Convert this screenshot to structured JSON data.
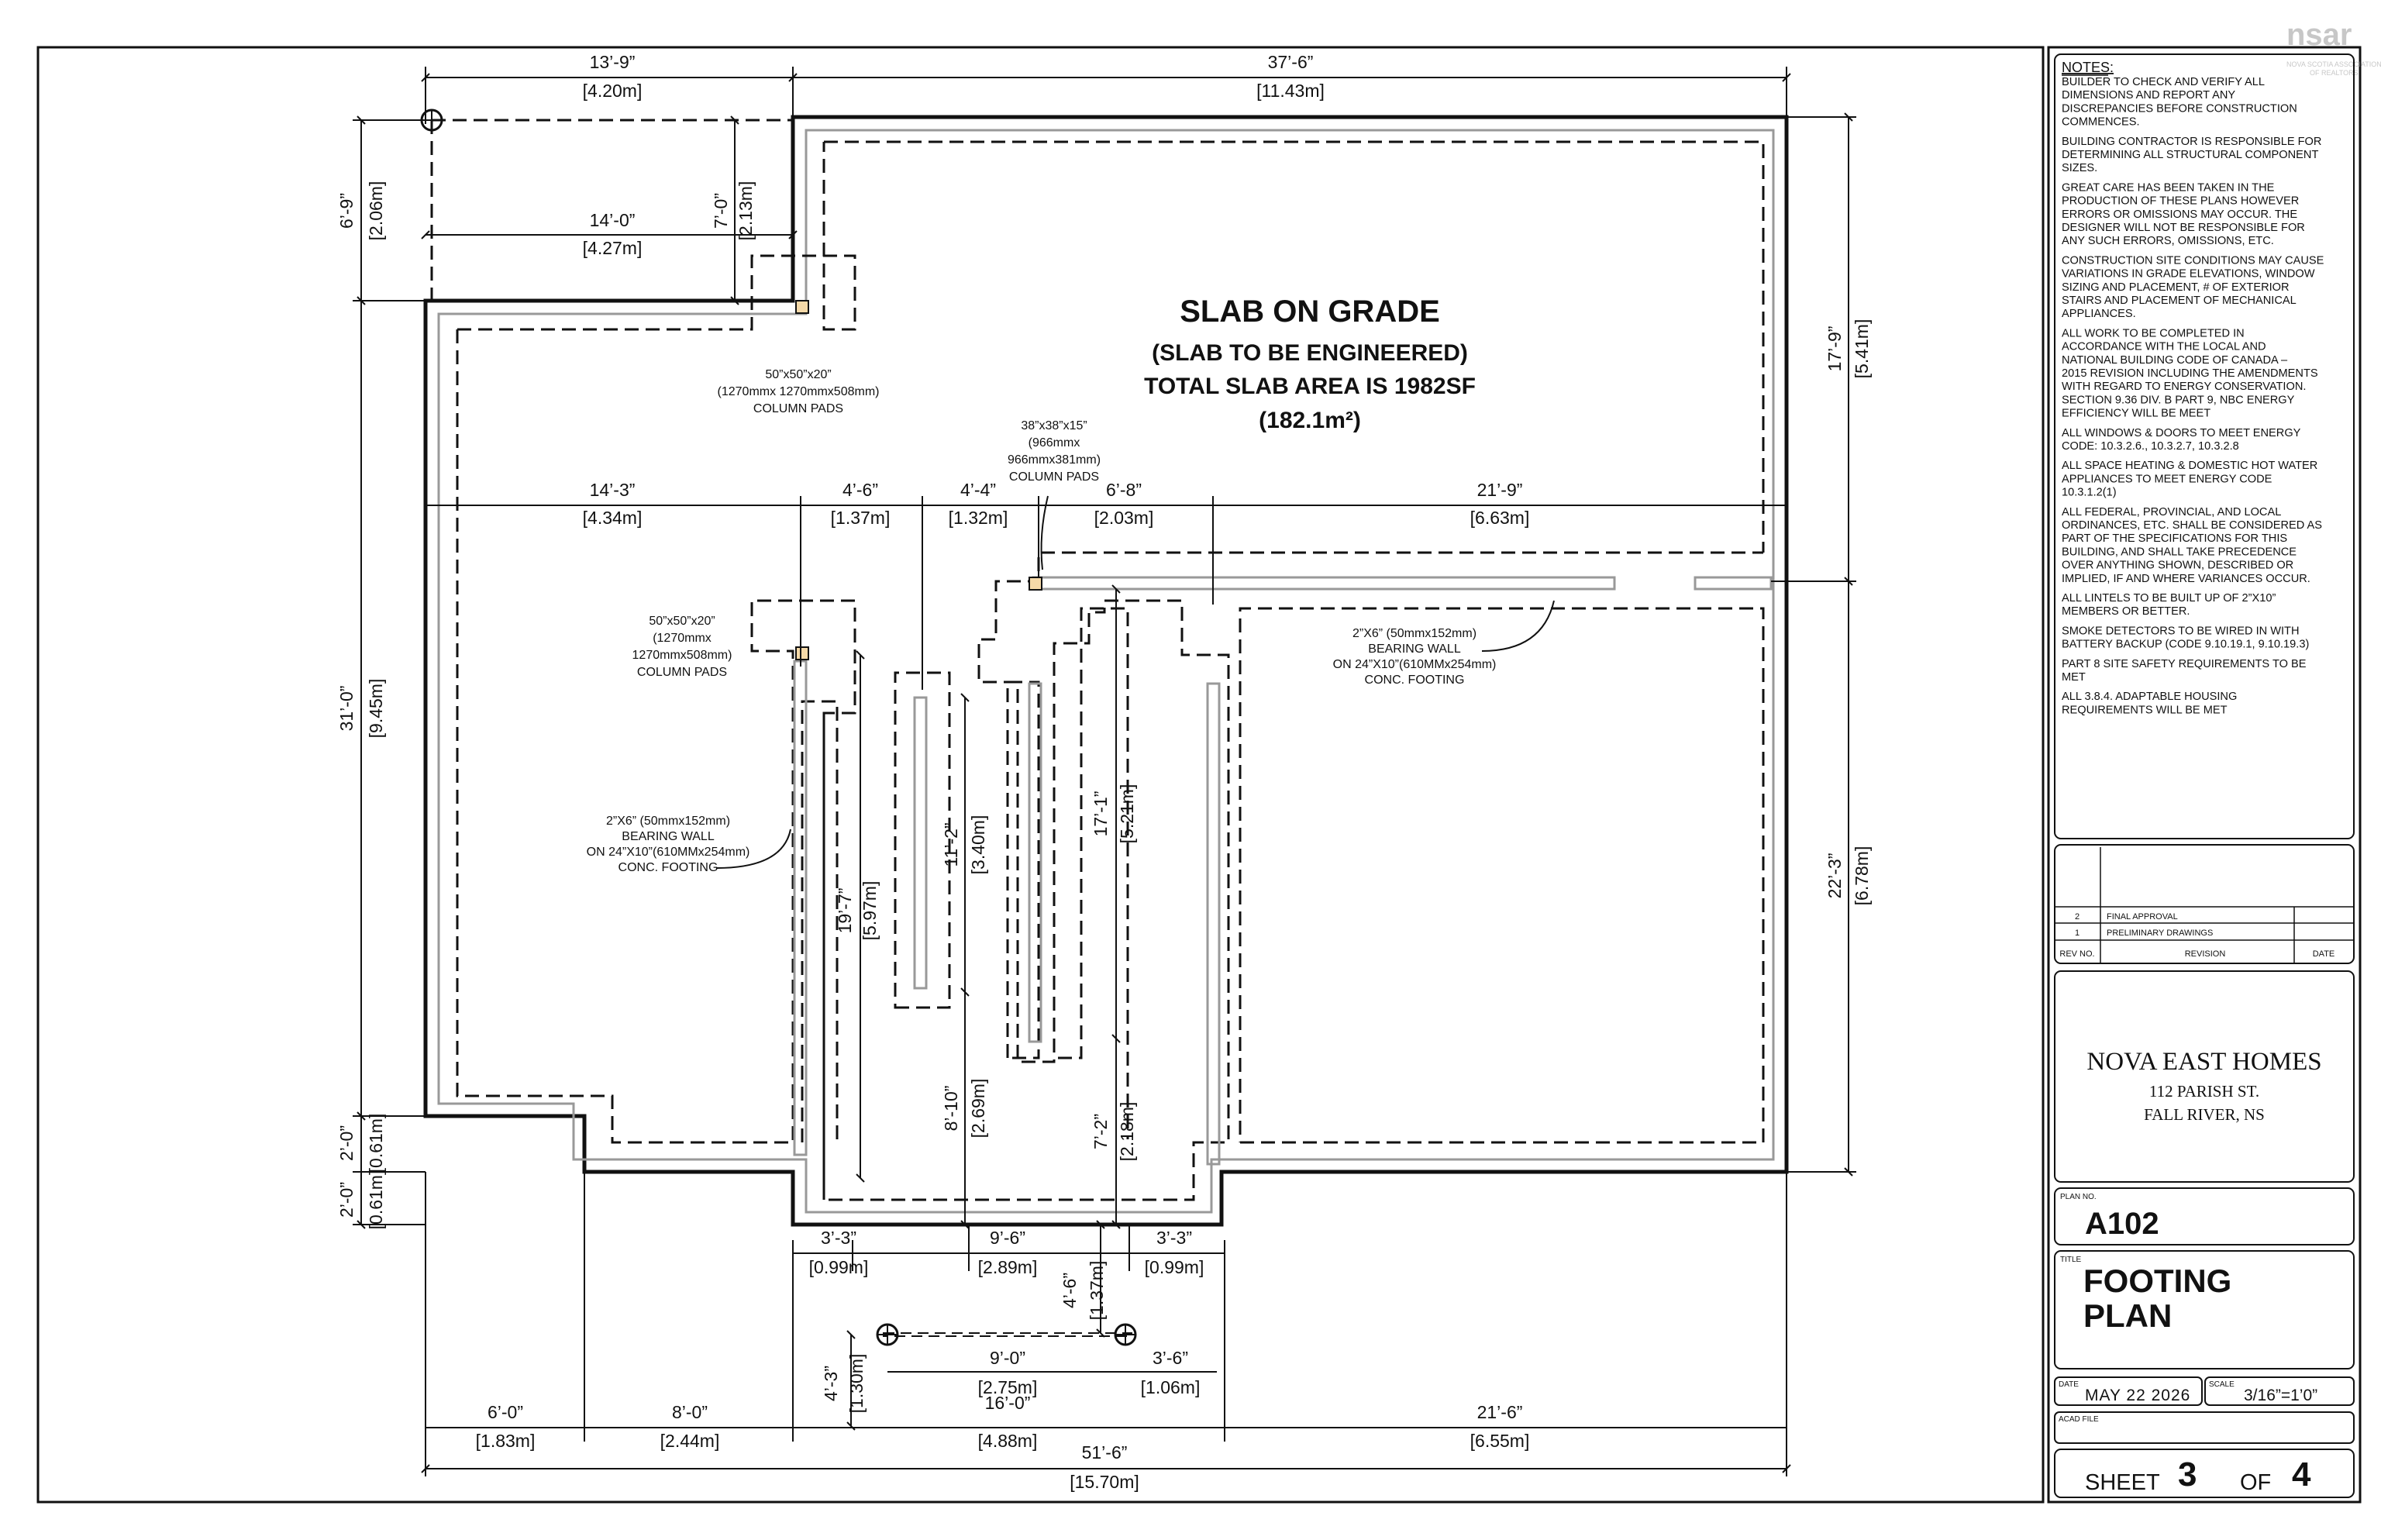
{
  "watermark": {
    "brand": "nsar",
    "tagline1": "NOVA SCOTIA ASSOCIATION",
    "tagline2": "OF REALTORS"
  },
  "plan": {
    "slab_title": "SLAB ON GRADE",
    "slab_sub1": "(SLAB TO BE ENGINEERED)",
    "slab_sub2": "TOTAL SLAB AREA IS 1982SF",
    "slab_sub3": "(182.1m²)"
  },
  "dims": {
    "top_left": "13’-9”",
    "top_left_m": "[4.20m]",
    "top_right": "37’-6”",
    "top_right_m": "[11.43m]",
    "d14_0": "14’-0”",
    "d14_0_m": "[4.27m]",
    "left_6_9": "6’-9”",
    "left_6_9_m": "[2.06m]",
    "v7_0": "7’-0”",
    "v7_0_m": "[2.13m]",
    "right_17_9": "17’-9”",
    "right_17_9_m": "[5.41m]",
    "right_22_3": "22’-3”",
    "right_22_3_m": "[6.78m]",
    "left_31_0": "31’-0”",
    "left_31_0_m": "[9.45m]",
    "left_2_0a": "2’-0”",
    "left_2_0a_m": "[0.61m]",
    "left_2_0b": "2’-0”",
    "left_2_0b_m": "[0.61m]",
    "m14_3": "14’-3”",
    "m14_3_m": "[4.34m]",
    "m4_6": "4’-6”",
    "m4_6_m": "[1.37m]",
    "m4_4": "4’-4”",
    "m4_4_m": "[1.32m]",
    "m6_8": "6’-8”",
    "m6_8_m": "[2.03m]",
    "m21_9": "21’-9”",
    "m21_9_m": "[6.63m]",
    "v19_7": "19’-7”",
    "v19_7_m": "[5.97m]",
    "v11_2": "11’-2”",
    "v11_2_m": "[3.40m]",
    "v17_1": "17’-1”",
    "v17_1_m": "[5.21m]",
    "v8_10": "8’-10”",
    "v8_10_m": "[2.69m]",
    "v7_2": "7’-2”",
    "v7_2_m": "[2.18m]",
    "p3_3a": "3’-3”",
    "p3_3a_m": "[0.99m]",
    "p9_6": "9’-6”",
    "p9_6_m": "[2.89m]",
    "p3_3b": "3’-3”",
    "p3_3b_m": "[0.99m]",
    "p4_6": "4’-6”",
    "p4_6_m": "[1.37m]",
    "p4_3": "4’-3”",
    "p4_3_m": "[1.30m]",
    "p9_0": "9’-0”",
    "p9_0_m": "[2.75m]",
    "p3_6": "3’-6”",
    "p3_6_m": "[1.06m]",
    "b6_0": "6’-0”",
    "b6_0_m": "[1.83m]",
    "b8_0": "8’-0”",
    "b8_0_m": "[2.44m]",
    "b16_0": "16’-0”",
    "b16_0_m": "[4.88m]",
    "b21_6": "21’-6”",
    "b21_6_m": "[6.55m]",
    "b51_6": "51’-6”",
    "b51_6_m": "[15.70m]"
  },
  "labels": {
    "pad1_l1": "50”x50”x20”",
    "pad1_l2": "(1270mmx 1270mmx508mm)",
    "pad1_l3": "COLUMN PADS",
    "pad2_l1": "38”x38”x15”",
    "pad2_l2": "(966mmx",
    "pad2_l3": "966mmx381mm)",
    "pad2_l4": "COLUMN PADS",
    "pad3_l1": "50”x50”x20”",
    "pad3_l2": "(1270mmx",
    "pad3_l3": "1270mmx508mm)",
    "pad3_l4": "COLUMN PADS",
    "wall1_l1": "2”X6” (50mmx152mm)",
    "wall1_l2": "BEARING WALL",
    "wall1_l3": "ON 24”X10”(610MMx254mm)",
    "wall1_l4": "CONC. FOOTING",
    "wall2_l1": "2”X6” (50mmx152mm)",
    "wall2_l2": "BEARING WALL",
    "wall2_l3": "ON 24”X10”(610MMx254mm)",
    "wall2_l4": "CONC. FOOTING"
  },
  "notes": {
    "heading": "NOTES:",
    "lines": [
      "BUILDER TO CHECK AND  VERIFY ALL",
      "DIMENSIONS AND REPORT ANY",
      "DISCREPANCIES BEFORE CONSTRUCTION",
      "COMMENCES.",
      "",
      "BUILDING CONTRACTOR IS RESPONSIBLE FOR",
      "DETERMINING ALL STRUCTURAL COMPONENT",
      "SIZES.",
      "",
      "GREAT CARE HAS BEEN TAKEN IN THE",
      "PRODUCTION OF THESE PLANS HOWEVER",
      "ERRORS OR OMISSIONS MAY OCCUR. THE",
      "DESIGNER WILL NOT BE RESPONSIBLE FOR",
      "ANY SUCH ERRORS, OMISSIONS, ETC.",
      "",
      "CONSTRUCTION SITE CONDITIONS MAY CAUSE",
      "VARIATIONS IN GRADE ELEVATIONS, WINDOW",
      "SIZING AND PLACEMENT, # OF EXTERIOR",
      "STAIRS AND PLACEMENT OF MECHANICAL",
      "APPLIANCES.",
      "",
      "ALL WORK TO BE COMPLETED IN",
      "ACCORDANCE WITH THE LOCAL AND",
      "NATIONAL BUILDING CODE OF CANADA –",
      "2015 REVISION INCLUDING THE AMENDMENTS",
      "WITH REGARD TO ENERGY CONSERVATION.",
      "SECTION 9.36 DIV. B PART 9, NBC ENERGY",
      "EFFICIENCY WILL BE MEET",
      "",
      "ALL WINDOWS & DOORS TO MEET ENERGY",
      "CODE: 10.3.2.6., 10.3.2.7, 10.3.2.8",
      "",
      "ALL SPACE HEATING & DOMESTIC HOT WATER",
      "APPLIANCES TO MEET ENERGY CODE",
      "10.3.1.2(1)",
      "",
      "ALL FEDERAL, PROVINCIAL, AND LOCAL",
      "ORDINANCES, ETC. SHALL BE CONSIDERED AS",
      "PART OF THE SPECIFICATIONS FOR THIS",
      "BUILDING, AND SHALL TAKE PRECEDENCE",
      "OVER ANYTHING SHOWN, DESCRIBED OR",
      "IMPLIED, IF AND WHERE VARIANCES OCCUR.",
      "",
      "ALL LINTELS TO BE BUILT UP OF 2”X10”",
      "MEMBERS OR BETTER.",
      "",
      "SMOKE DETECTORS TO BE WIRED IN WITH",
      "BATTERY BACKUP (CODE 9.10.19.1, 9.10.19.3)",
      "",
      "PART 8 SITE SAFETY REQUIREMENTS TO BE",
      "MET",
      "",
      "ALL 3.8.4. ADAPTABLE HOUSING",
      "REQUIREMENTS WILL BE MET"
    ]
  },
  "revisions": {
    "rows": [
      {
        "no": "2",
        "text": "FINAL APPROVAL"
      },
      {
        "no": "1",
        "text": "PRELIMINARY DRAWINGS"
      }
    ],
    "col_no": "REV NO.",
    "col_rev": "REVISION",
    "col_date": "DATE"
  },
  "company": {
    "name": "NOVA EAST HOMES",
    "address1": "112  PARISH ST.",
    "address2": "FALL RIVER, NS"
  },
  "titleblock": {
    "plan_no_label": "PLAN NO.",
    "plan_no": "A102",
    "title_label": "TITLE",
    "title1": "FOOTING",
    "title2": "PLAN",
    "date_label": "DATE",
    "date": "MAY 22 2026",
    "scale_label": "SCALE",
    "scale": "3/16”=1’0”",
    "acad_label": "ACAD FILE",
    "sheet_label": "SHEET",
    "sheet_no": "3",
    "of_label": "OF",
    "sheet_total": "4"
  }
}
